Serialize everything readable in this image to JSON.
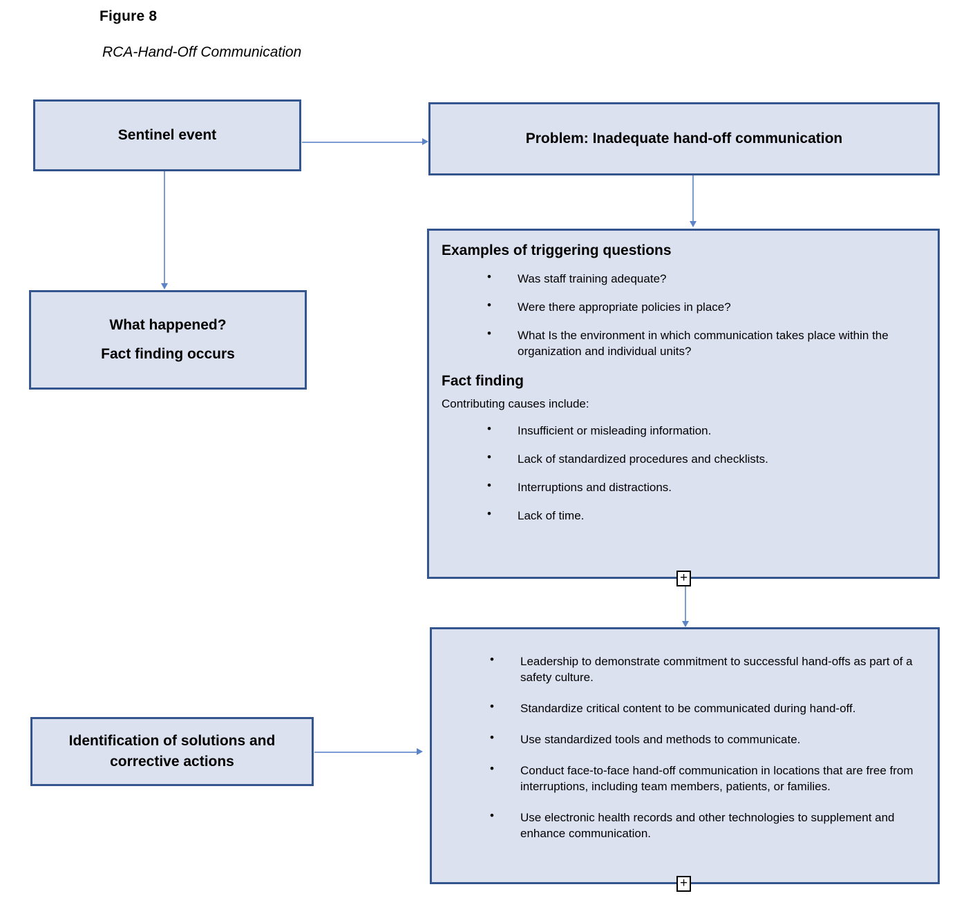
{
  "figure": {
    "number_label": "Figure 8",
    "subtitle": "RCA-Hand-Off Communication"
  },
  "colors": {
    "box_fill": "#dce1f0",
    "box_border": "#35558f",
    "connector": "#7a9bd4",
    "arrowhead": "#5b84c8",
    "text": "#000000",
    "handle_border": "#000000"
  },
  "boxes": {
    "sentinel": {
      "line1": "Sentinel event"
    },
    "problem": {
      "line1": "Problem: Inadequate hand-off communication"
    },
    "what_happened": {
      "line1": "What happened?",
      "line2": "Fact finding occurs"
    },
    "identification": {
      "line1": "Identification of solutions and",
      "line2": "corrective actions"
    },
    "examples": {
      "heading1": "Examples of triggering questions",
      "questions": [
        "Was staff training adequate?",
        "Were there appropriate policies in place?",
        "What Is the environment in which communication takes place within the organization and individual units?"
      ],
      "heading2": "Fact finding",
      "intro": "Contributing causes include:",
      "causes": [
        "Insufficient or misleading information.",
        "Lack of standardized procedures and checklists.",
        "Interruptions and distractions.",
        "Lack of time."
      ],
      "handle_label": "+"
    },
    "solutions": {
      "items": [
        "Leadership to demonstrate commitment to successful hand-offs as part of a safety culture.",
        "Standardize critical content to be communicated during hand-off.",
        "Use standardized tools and methods to communicate.",
        "Conduct face-to-face hand-off communication in locations that are free from interruptions, including team members, patients, or families.",
        "Use electronic health records and other technologies to supplement and enhance communication."
      ],
      "handle_label": "+"
    }
  }
}
